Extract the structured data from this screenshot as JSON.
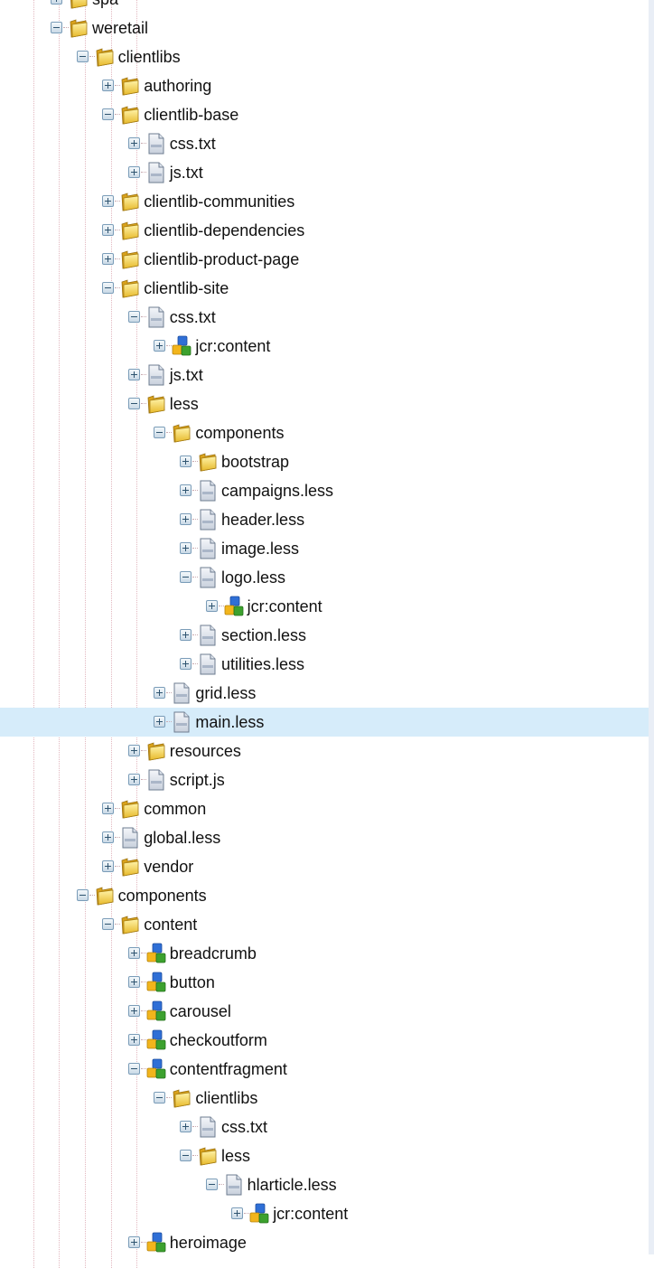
{
  "tree": {
    "selected_index": 25,
    "rows": [
      {
        "label": "spa",
        "depth": 0,
        "state": "collapsed",
        "icon": "folder-icon"
      },
      {
        "label": "weretail",
        "depth": 0,
        "state": "expanded",
        "icon": "folder-icon"
      },
      {
        "label": "clientlibs",
        "depth": 1,
        "state": "expanded",
        "icon": "folder-icon"
      },
      {
        "label": "authoring",
        "depth": 2,
        "state": "collapsed",
        "icon": "folder-icon"
      },
      {
        "label": "clientlib-base",
        "depth": 2,
        "state": "expanded",
        "icon": "folder-icon"
      },
      {
        "label": "css.txt",
        "depth": 3,
        "state": "collapsed",
        "icon": "file-icon"
      },
      {
        "label": "js.txt",
        "depth": 3,
        "state": "collapsed",
        "icon": "file-icon"
      },
      {
        "label": "clientlib-communities",
        "depth": 2,
        "state": "collapsed",
        "icon": "folder-icon"
      },
      {
        "label": "clientlib-dependencies",
        "depth": 2,
        "state": "collapsed",
        "icon": "folder-icon"
      },
      {
        "label": "clientlib-product-page",
        "depth": 2,
        "state": "collapsed",
        "icon": "folder-icon"
      },
      {
        "label": "clientlib-site",
        "depth": 2,
        "state": "expanded",
        "icon": "folder-icon"
      },
      {
        "label": "css.txt",
        "depth": 3,
        "state": "expanded",
        "icon": "file-icon"
      },
      {
        "label": "jcr:content",
        "depth": 4,
        "state": "collapsed",
        "icon": "node-icon"
      },
      {
        "label": "js.txt",
        "depth": 3,
        "state": "collapsed",
        "icon": "file-icon"
      },
      {
        "label": "less",
        "depth": 3,
        "state": "expanded",
        "icon": "folder-icon"
      },
      {
        "label": "components",
        "depth": 4,
        "state": "expanded",
        "icon": "folder-icon"
      },
      {
        "label": "bootstrap",
        "depth": 5,
        "state": "collapsed",
        "icon": "folder-icon"
      },
      {
        "label": "campaigns.less",
        "depth": 5,
        "state": "collapsed",
        "icon": "file-icon"
      },
      {
        "label": "header.less",
        "depth": 5,
        "state": "collapsed",
        "icon": "file-icon"
      },
      {
        "label": "image.less",
        "depth": 5,
        "state": "collapsed",
        "icon": "file-icon"
      },
      {
        "label": "logo.less",
        "depth": 5,
        "state": "expanded",
        "icon": "file-icon"
      },
      {
        "label": "jcr:content",
        "depth": 6,
        "state": "collapsed",
        "icon": "node-icon"
      },
      {
        "label": "section.less",
        "depth": 5,
        "state": "collapsed",
        "icon": "file-icon"
      },
      {
        "label": "utilities.less",
        "depth": 5,
        "state": "collapsed",
        "icon": "file-icon"
      },
      {
        "label": "grid.less",
        "depth": 4,
        "state": "collapsed",
        "icon": "file-icon"
      },
      {
        "label": "main.less",
        "depth": 4,
        "state": "collapsed",
        "icon": "file-icon"
      },
      {
        "label": "resources",
        "depth": 3,
        "state": "collapsed",
        "icon": "folder-icon"
      },
      {
        "label": "script.js",
        "depth": 3,
        "state": "collapsed",
        "icon": "file-icon"
      },
      {
        "label": "common",
        "depth": 2,
        "state": "collapsed",
        "icon": "folder-icon"
      },
      {
        "label": "global.less",
        "depth": 2,
        "state": "collapsed",
        "icon": "file-icon"
      },
      {
        "label": "vendor",
        "depth": 2,
        "state": "collapsed",
        "icon": "folder-icon"
      },
      {
        "label": "components",
        "depth": 1,
        "state": "expanded",
        "icon": "folder-icon"
      },
      {
        "label": "content",
        "depth": 2,
        "state": "expanded",
        "icon": "folder-icon"
      },
      {
        "label": "breadcrumb",
        "depth": 3,
        "state": "collapsed",
        "icon": "node-icon"
      },
      {
        "label": "button",
        "depth": 3,
        "state": "collapsed",
        "icon": "node-icon"
      },
      {
        "label": "carousel",
        "depth": 3,
        "state": "collapsed",
        "icon": "node-icon"
      },
      {
        "label": "checkoutform",
        "depth": 3,
        "state": "collapsed",
        "icon": "node-icon"
      },
      {
        "label": "contentfragment",
        "depth": 3,
        "state": "expanded",
        "icon": "node-icon"
      },
      {
        "label": "clientlibs",
        "depth": 4,
        "state": "expanded",
        "icon": "folder-icon"
      },
      {
        "label": "css.txt",
        "depth": 5,
        "state": "collapsed",
        "icon": "file-icon"
      },
      {
        "label": "less",
        "depth": 5,
        "state": "expanded",
        "icon": "folder-icon"
      },
      {
        "label": "hlarticle.less",
        "depth": 6,
        "state": "expanded",
        "icon": "file-icon"
      },
      {
        "label": "jcr:content",
        "depth": 7,
        "state": "collapsed",
        "icon": "node-icon"
      },
      {
        "label": "heroimage",
        "depth": 3,
        "state": "collapsed",
        "icon": "node-icon"
      }
    ]
  }
}
